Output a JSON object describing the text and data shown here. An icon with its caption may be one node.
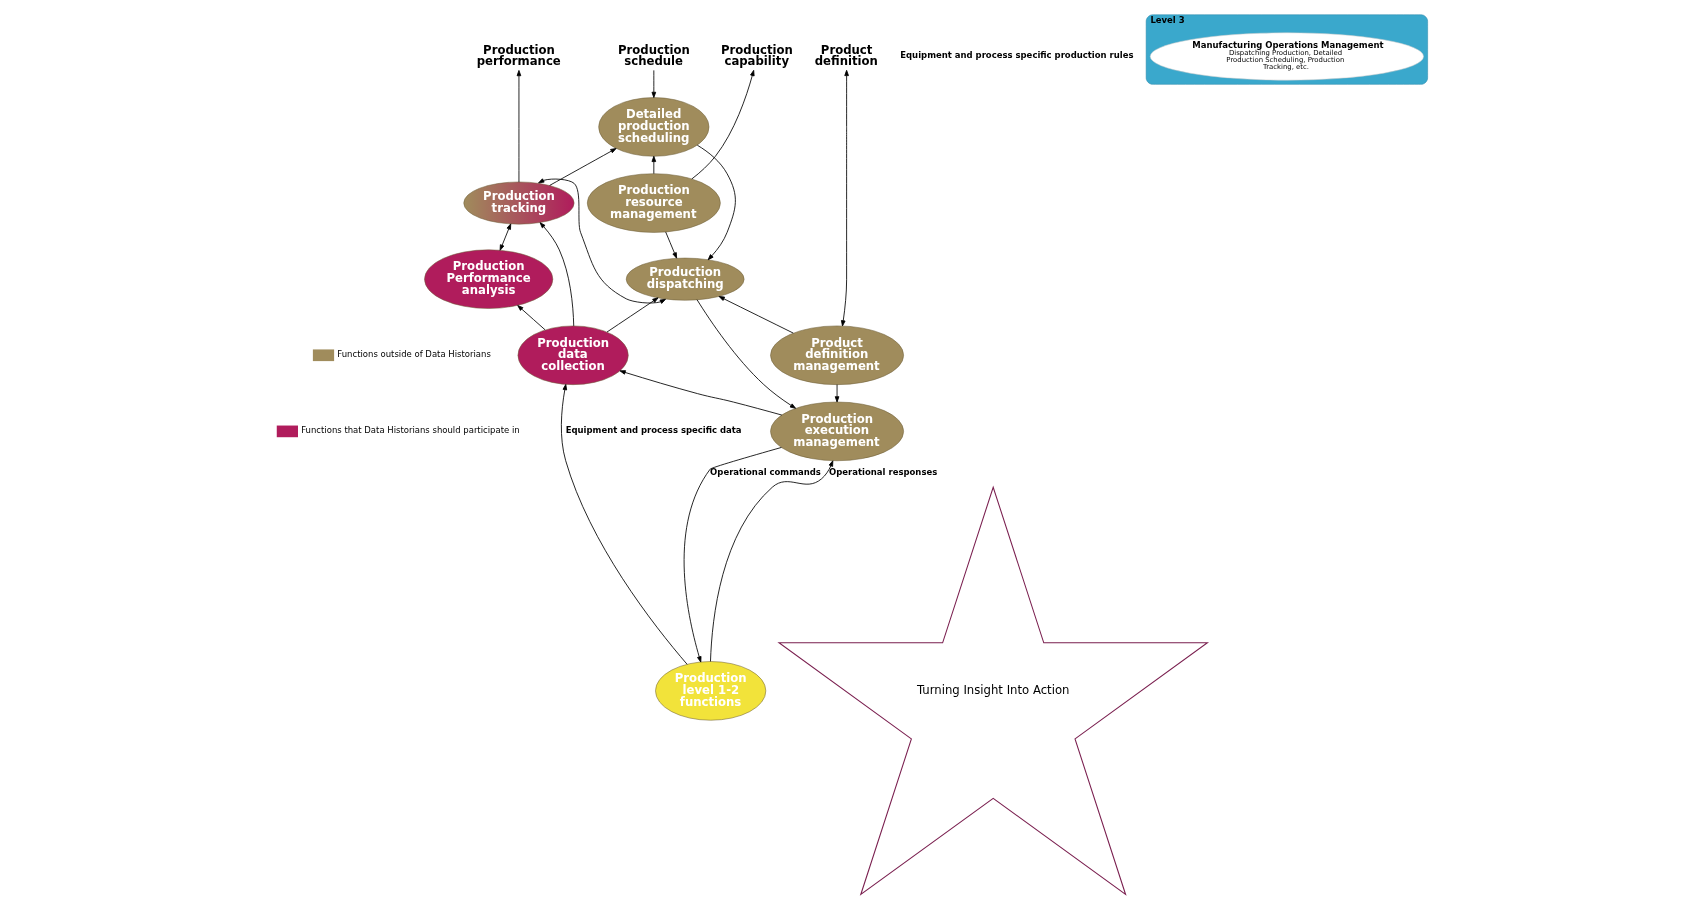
{
  "diagram": {
    "nodes": [
      {
        "text": [
          "Product definition"
        ]
      },
      {
        "text": [
          "Production capability"
        ]
      },
      {
        "text": [
          "Production schedule"
        ]
      },
      {
        "text": [
          "Production performance"
        ]
      },
      {
        "text": [
          "Level 3"
        ]
      },
      {
        "text": [
          "Manufacturing Operations Management",
          "Dispatching Production, Detailed Production Scheduling, Production Tracking, etc."
        ],
        "in": 4
      },
      {
        "text": [
          "Detailed production scheduling"
        ]
      },
      {
        "text": [
          "Production resource management"
        ]
      },
      {
        "text": [
          "Production tracking"
        ]
      },
      {
        "text": [
          "Production dispatching"
        ]
      },
      {
        "text": [
          "Production Performance analysis"
        ]
      },
      {
        "text": [
          "Product definition management"
        ]
      },
      {
        "text": [
          "Production data collection"
        ]
      },
      {
        "text": [
          "Production execution management"
        ]
      },
      {
        "text": [
          "Production level 1-2 functions"
        ]
      },
      {
        "text": [
          "Turning Insight Into Action"
        ]
      }
    ],
    "edges": [
      {
        "from": 7,
        "to": 1,
        "arrow": "to"
      },
      {
        "from": 11,
        "to": 0,
        "arrow": "both"
      },
      {
        "from": 2,
        "to": 6,
        "arrow": "to"
      },
      {
        "from": 7,
        "to": 6,
        "arrow": "to"
      },
      {
        "from": 8,
        "to": 6,
        "arrow": "to"
      },
      {
        "from": 8,
        "to": 3,
        "arrow": "to"
      },
      {
        "from": 6,
        "to": 9,
        "arrow": "to"
      },
      {
        "from": 7,
        "to": 9,
        "arrow": "to"
      },
      {
        "from": 11,
        "to": 9,
        "arrow": "to"
      },
      {
        "from": 9,
        "to": 8,
        "arrow": "both"
      },
      {
        "from": 12,
        "to": 9,
        "arrow": "to"
      },
      {
        "from": 12,
        "to": 8,
        "arrow": "to"
      },
      {
        "from": 8,
        "to": 10,
        "arrow": "both"
      },
      {
        "from": 12,
        "to": 10,
        "arrow": "to"
      },
      {
        "from": 9,
        "to": 13,
        "arrow": "to"
      },
      {
        "from": 11,
        "to": 13,
        "arrow": "to"
      },
      {
        "from": 13,
        "to": 12,
        "arrow": "to"
      },
      {
        "from": 13,
        "to": 14,
        "arrow": "to",
        "label": "Operational commands"
      },
      {
        "from": 14,
        "to": 13,
        "arrow": "to",
        "label": "Operational responses"
      },
      {
        "from": 14,
        "to": 12,
        "arrow": "to",
        "label": "Equipment and process specific data"
      }
    ],
    "labels": [
      "Equipment and process specific production rules"
    ],
    "legend": [
      {
        "text": "Functions outside of Data Historians",
        "color": "#a08c5c"
      },
      {
        "text": "Functions that Data Historians should participate in",
        "color": "#b01c5c"
      }
    ]
  }
}
